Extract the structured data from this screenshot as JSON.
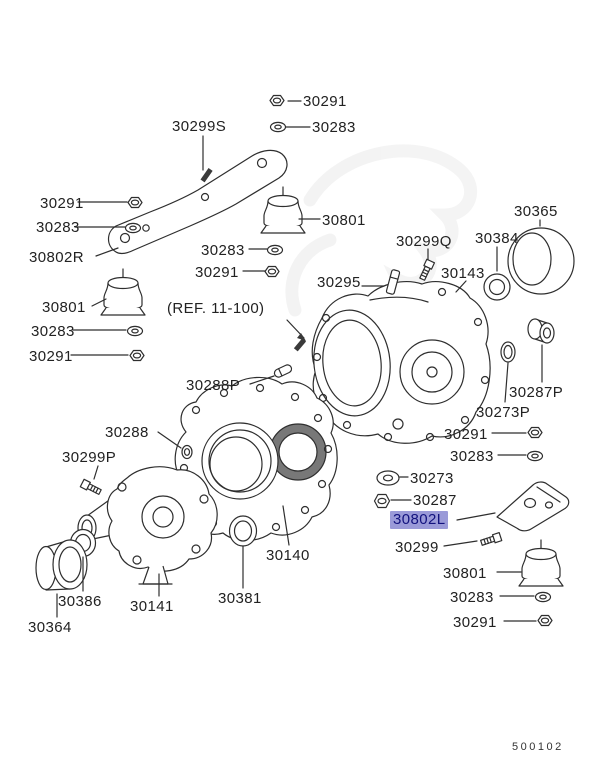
{
  "page": {
    "page_code": "500102",
    "highlight_color": "#9a9ad8",
    "highlight_text_color": "#12127e",
    "line_color": "#2e2e2e"
  },
  "selected_part": "30802L",
  "ref_note": "(REF. 11-100)",
  "labels": [
    {
      "text": "30291"
    },
    {
      "text": "30299S"
    },
    {
      "text": "30283"
    },
    {
      "text": "30801"
    },
    {
      "text": "30291"
    },
    {
      "text": "30283"
    },
    {
      "text": "30802R"
    },
    {
      "text": "30283"
    },
    {
      "text": "30291"
    },
    {
      "text": "30299Q"
    },
    {
      "text": "30365"
    },
    {
      "text": "30384"
    },
    {
      "text": "30143"
    },
    {
      "text": "30295"
    },
    {
      "text": "30801"
    },
    {
      "text": "(REF. 11-100)"
    },
    {
      "text": "30283"
    },
    {
      "text": "30291"
    },
    {
      "text": "30288P"
    },
    {
      "text": "30287P"
    },
    {
      "text": "30273P"
    },
    {
      "text": "30291"
    },
    {
      "text": "30283"
    },
    {
      "text": "30288"
    },
    {
      "text": "30299P"
    },
    {
      "text": "30273"
    },
    {
      "text": "30287"
    },
    {
      "text": "30802L"
    },
    {
      "text": "30299"
    },
    {
      "text": "30801"
    },
    {
      "text": "30283"
    },
    {
      "text": "30291"
    },
    {
      "text": "30386"
    },
    {
      "text": "30141"
    },
    {
      "text": "30381"
    },
    {
      "text": "30140"
    },
    {
      "text": "30364"
    },
    {
      "text": "500102"
    }
  ]
}
